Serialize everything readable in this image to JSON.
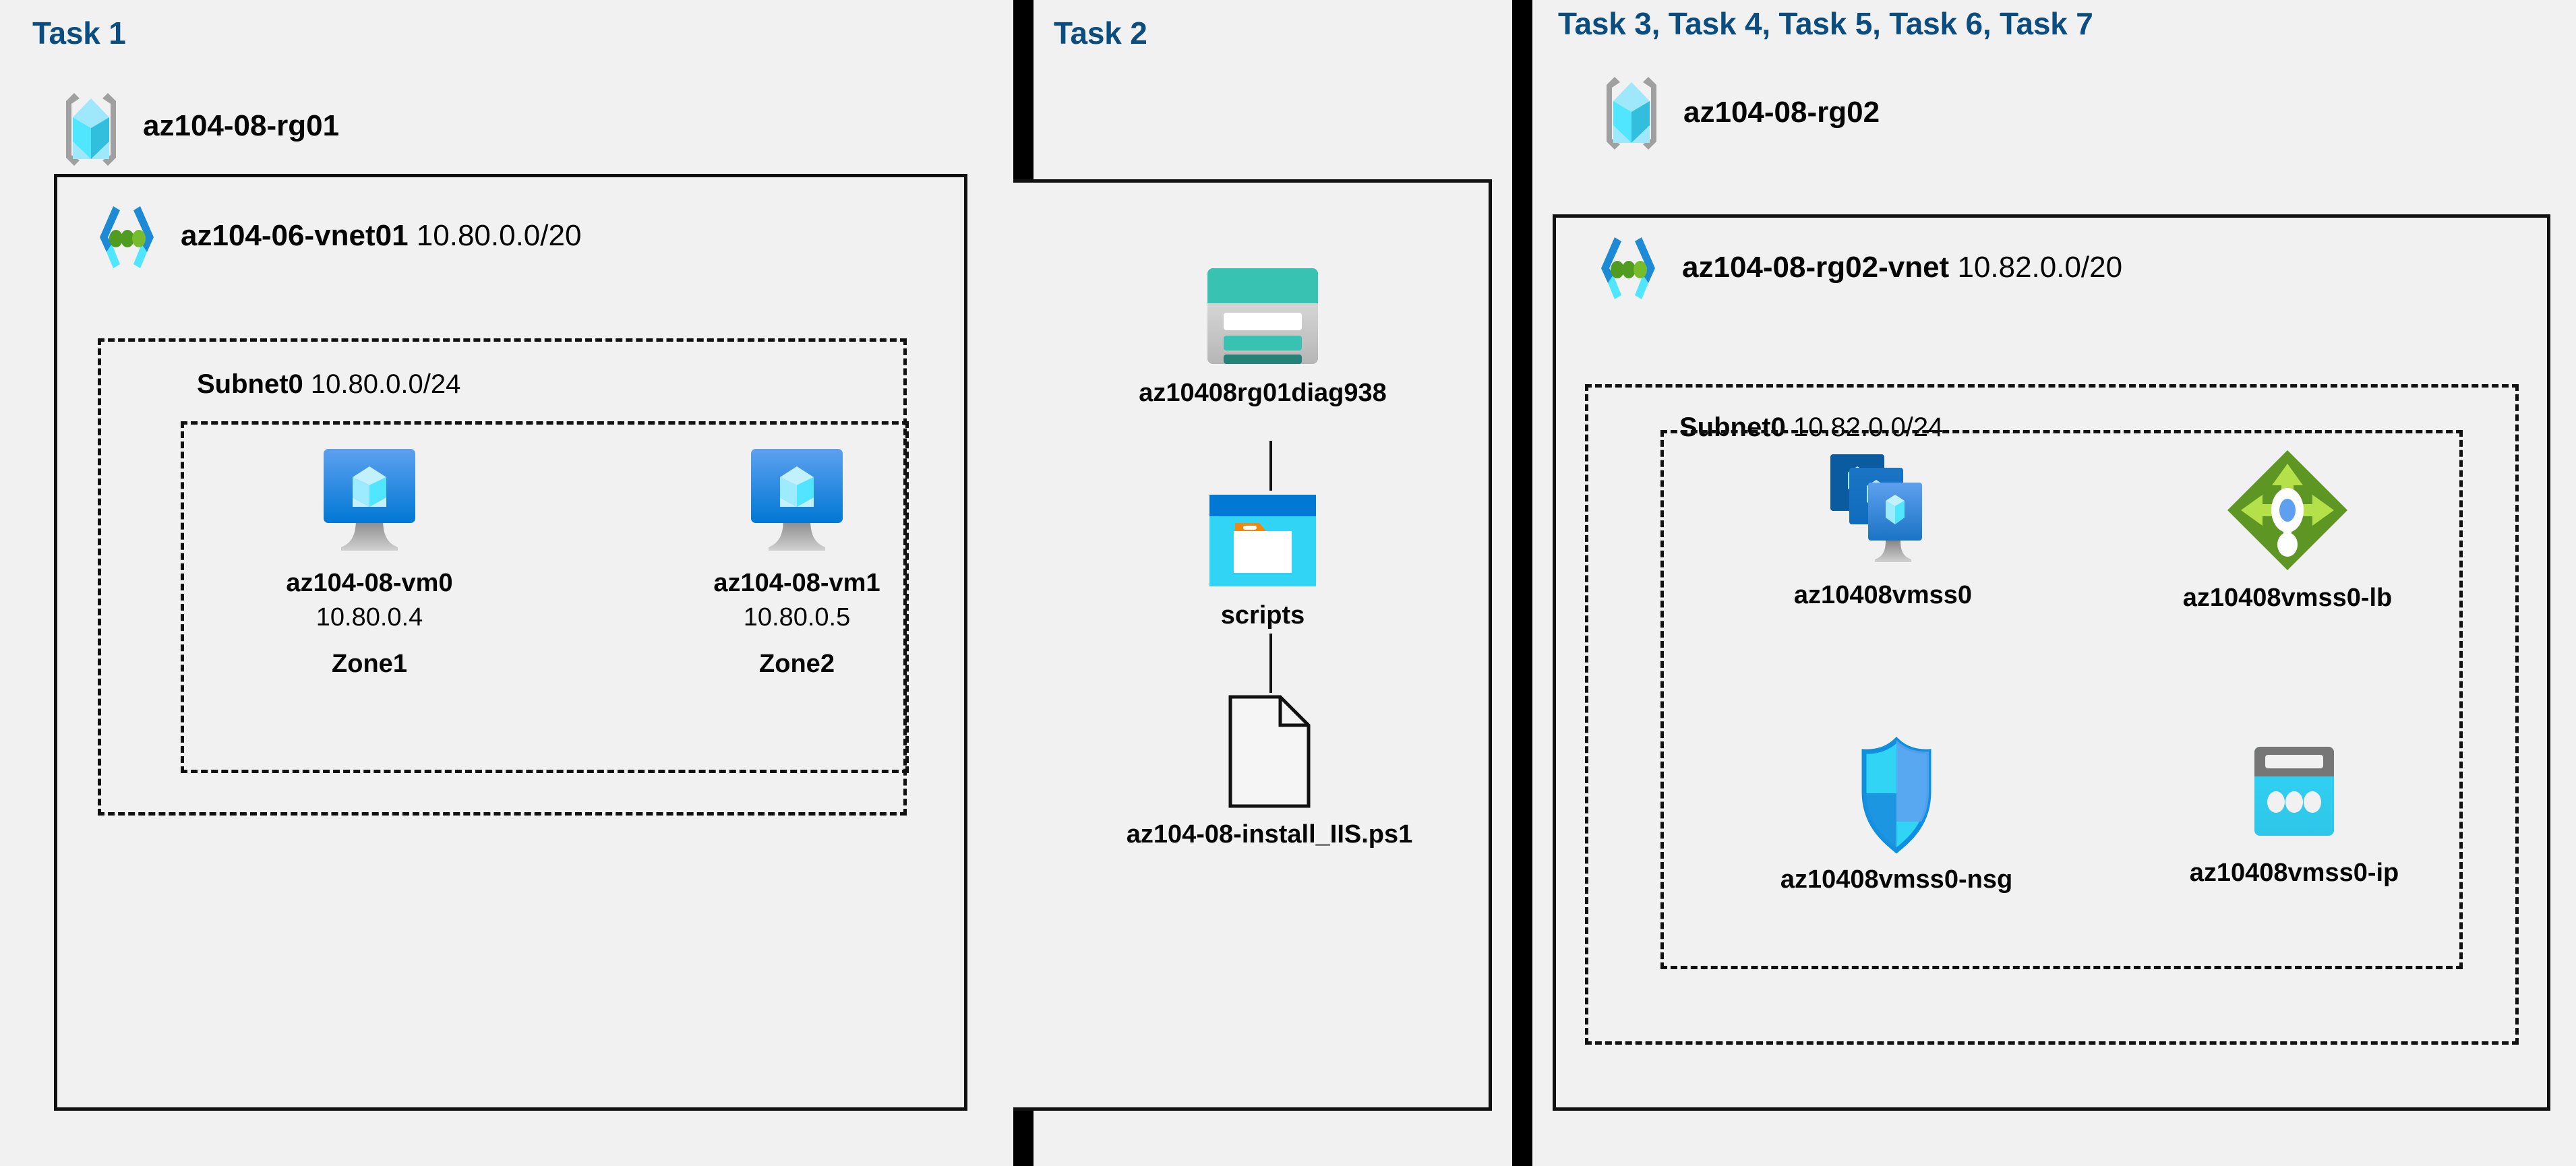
{
  "diagram": {
    "title_color": "#0c4d80",
    "background": "#f1f1f1",
    "panels": [
      {
        "id": "panel-1",
        "title": "Task 1",
        "resource_group": {
          "name": "az104-08-rg01",
          "icon": "resource-group-icon"
        },
        "vnet": {
          "name": "az104-06-vnet01",
          "cidr": "10.80.0.0/20",
          "icon": "virtual-network-icon"
        },
        "subnet": {
          "name": "Subnet0",
          "cidr": "10.80.0.0/24"
        },
        "nodes": [
          {
            "name": "az104-08-vm0",
            "ip": "10.80.0.4",
            "zone": "Zone1",
            "icon": "virtual-machine-icon"
          },
          {
            "name": "az104-08-vm1",
            "ip": "10.80.0.5",
            "zone": "Zone2",
            "icon": "virtual-machine-icon"
          }
        ]
      },
      {
        "id": "panel-2",
        "title": "Task 2",
        "nodes": [
          {
            "name": "az10408rg01diag938",
            "icon": "storage-account-icon"
          },
          {
            "name": "scripts",
            "icon": "blob-container-icon"
          },
          {
            "name": "az104-08-install_IIS.ps1",
            "icon": "file-icon"
          }
        ]
      },
      {
        "id": "panel-3",
        "title": "Task 3, Task 4, Task 5, Task 6, Task 7",
        "resource_group": {
          "name": "az104-08-rg02",
          "icon": "resource-group-icon"
        },
        "vnet": {
          "name": "az104-08-rg02-vnet",
          "cidr": "10.82.0.0/20",
          "icon": "virtual-network-icon"
        },
        "subnet": {
          "name": "Subnet0",
          "cidr": "10.82.0.0/24"
        },
        "nodes": [
          {
            "name": "az10408vmss0",
            "icon": "vm-scale-set-icon"
          },
          {
            "name": "az10408vmss0-lb",
            "icon": "load-balancer-icon"
          },
          {
            "name": "az10408vmss0-nsg",
            "icon": "network-security-group-icon"
          },
          {
            "name": "az10408vmss0-ip",
            "icon": "public-ip-address-icon"
          }
        ]
      }
    ]
  },
  "colors": {
    "azure_blue": "#0078d4",
    "cyan": "#32d4f5",
    "teal": "#37c2b1",
    "teal_dark": "#258277",
    "green": "#7fba00",
    "green_dark": "#5e9624",
    "gray": "#767676",
    "title_navy": "#0c4d80"
  }
}
